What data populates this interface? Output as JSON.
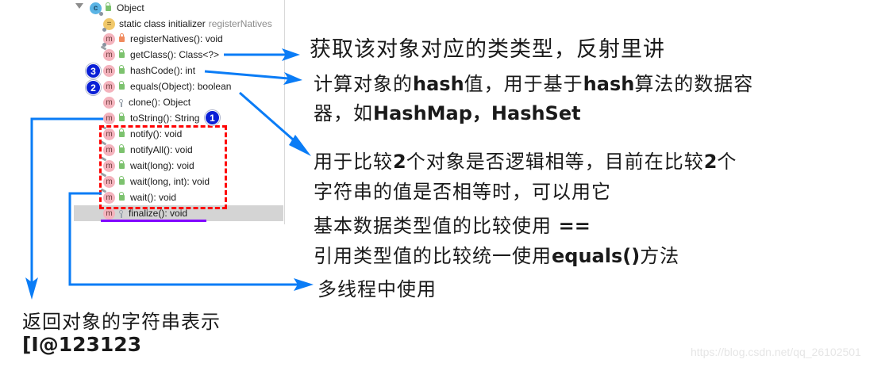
{
  "structure_panel": {
    "root": {
      "label": "Object",
      "icon": "class-icon",
      "visibility": "public"
    },
    "members": [
      {
        "label": "static class initializer",
        "meta": "registerNatives",
        "icon": "static-initializer-icon",
        "visibility": "none"
      },
      {
        "label": "registerNatives(): void",
        "icon": "method-icon",
        "visibility": "private"
      },
      {
        "label": "getClass(): Class<?>",
        "icon": "method-icon",
        "visibility": "public",
        "pinned": true
      },
      {
        "label": "hashCode(): int",
        "icon": "method-icon",
        "visibility": "public",
        "badge": "3"
      },
      {
        "label": "equals(Object): boolean",
        "icon": "method-icon",
        "visibility": "public",
        "badge": "2"
      },
      {
        "label": "clone(): Object",
        "icon": "method-icon",
        "visibility": "protected"
      },
      {
        "label": "toString(): String",
        "icon": "method-icon",
        "visibility": "public",
        "badge": "1"
      },
      {
        "label": "notify(): void",
        "icon": "method-icon",
        "visibility": "public",
        "pinned": true
      },
      {
        "label": "notifyAll(): void",
        "icon": "method-icon",
        "visibility": "public",
        "pinned": true
      },
      {
        "label": "wait(long): void",
        "icon": "method-icon",
        "visibility": "public",
        "pinned": true
      },
      {
        "label": "wait(long, int): void",
        "icon": "method-icon",
        "visibility": "public",
        "pinned": true
      },
      {
        "label": "wait(): void",
        "icon": "method-icon",
        "visibility": "public",
        "pinned": true
      },
      {
        "label": "finalize(): void",
        "icon": "method-icon",
        "visibility": "protected",
        "selected": true
      }
    ],
    "method_icon_letter": "m",
    "class_icon_letter": "c",
    "static_icon_letter": "="
  },
  "badges": {
    "one": "1",
    "two": "2",
    "three": "3"
  },
  "annotations": {
    "getclass": "获取该对象对应的类类型，反射里讲",
    "hashcode_line1_a": "计算对象的",
    "hashcode_line1_b": "hash",
    "hashcode_line1_c": "值，用于基于",
    "hashcode_line1_d": "hash",
    "hashcode_line1_e": "算法的数据容",
    "hashcode_line2_a": "器，如",
    "hashcode_line2_b": "HashMap，HashSet",
    "equals_line1_a": "用于比较",
    "equals_line1_b": "2",
    "equals_line1_c": "个对象是否逻辑相等，目前在比较",
    "equals_line1_d": "2",
    "equals_line1_e": "个",
    "equals_line2": "字符串的值是否相等时，可以用它",
    "compare_line1_a": "基本数据类型值的比较使用 ",
    "compare_line1_b": "==",
    "compare_line2_a": "引用类型值的比较统一使用",
    "compare_line2_b": "equals()",
    "compare_line2_c": "方法",
    "threads": "多线程中使用",
    "tostring_line1": "返回对象的字符串表示",
    "tostring_line2": "[I@123123"
  },
  "colors": {
    "arrow": "#0a7cf6",
    "dashed_box": "#ff0000",
    "badge": "#0a1fd6",
    "underline": "#8000ff",
    "selection": "#d4d4d4"
  },
  "watermark": "https://blog.csdn.net/qq_26102501"
}
